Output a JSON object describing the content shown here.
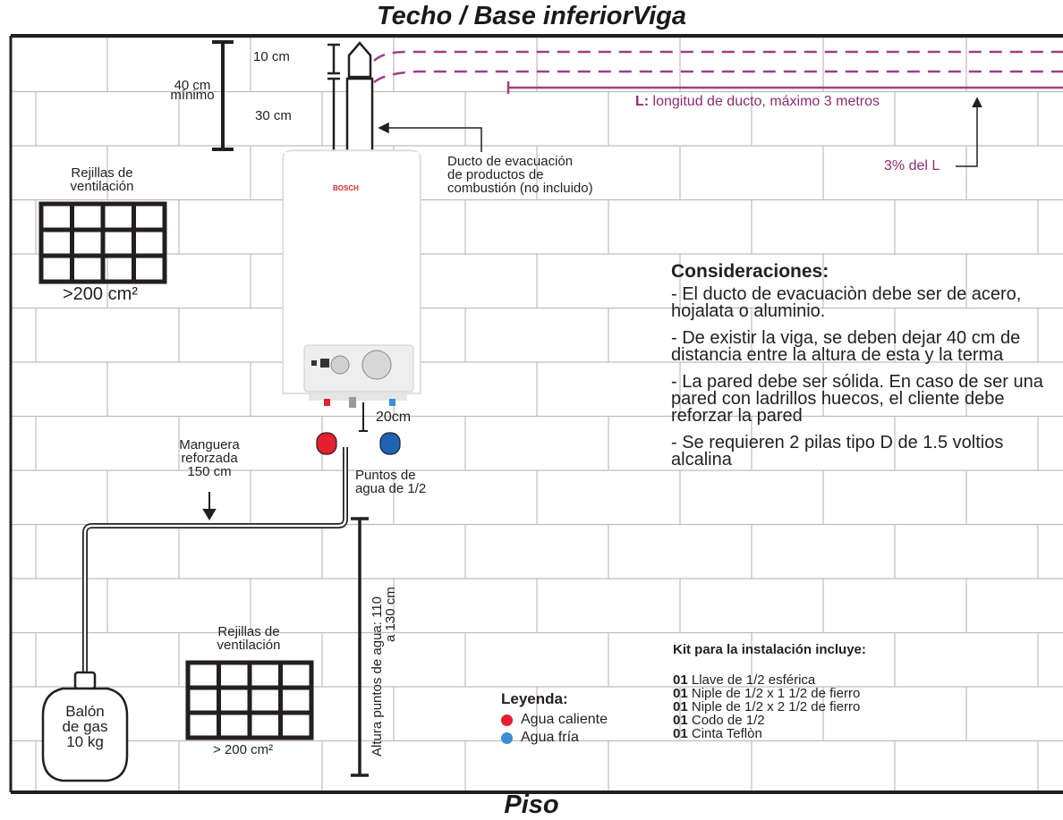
{
  "titles": {
    "top": "Techo / Base inferiorViga",
    "bottom": "Piso"
  },
  "dimensions": {
    "top_cap": "10 cm",
    "pipe": "30 cm",
    "total_line1": "40 cm",
    "total_line2": "mínimo",
    "water_gap": "20cm",
    "water_height_line1": "Altura puntos de agua: 110",
    "water_height_line2": "a 130 cm"
  },
  "duct": {
    "length_bold": "L:",
    "length_text": " longitud de ducto, máximo 3 metros",
    "slope": "3% del L",
    "label_lines": [
      "Ducto de evacuación",
      "de productos de",
      "combustión (no incluido)"
    ]
  },
  "heater": {
    "brand": "BOSCH"
  },
  "vents_top": {
    "label_lines": [
      "Rejillas de",
      "ventilación"
    ],
    "area": ">200 cm²"
  },
  "vents_bottom": {
    "label_lines": [
      "Rejillas de",
      "ventilación"
    ],
    "area": "> 200 cm²"
  },
  "hose": {
    "label_lines": [
      "Manguera",
      "reforzada",
      "150 cm"
    ]
  },
  "water_points": {
    "label_lines": [
      "Puntos de",
      "agua de 1/2"
    ]
  },
  "gas_tank": {
    "label_lines": [
      "Balón",
      "de gas",
      "10 kg"
    ]
  },
  "considerations": {
    "title": "Consideraciones:",
    "items": [
      "- El ducto de evacuaciòn debe ser de acero, hojalata o aluminio.",
      "- De existir la viga, se deben dejar 40 cm de distancia entre la altura de esta y la terma",
      "- La pared debe ser sólida. En caso de ser una pared con ladrillos huecos, el cliente debe reforzar la pared",
      "- Se requieren 2 pilas tipo D de 1.5 voltios alcalina"
    ]
  },
  "kit": {
    "title": "Kit para la instalación incluye:",
    "items": [
      {
        "qty": "01",
        "text": " Llave de 1/2 esférica"
      },
      {
        "qty": "01",
        "text": " Niple de 1/2 x 1 1/2 de fierro"
      },
      {
        "qty": "01",
        "text": " Niple de 1/2 x 2 1/2 de fierro"
      },
      {
        "qty": "01",
        "text": " Codo de 1/2"
      },
      {
        "qty": "01",
        "text": " Cinta Teflòn"
      }
    ]
  },
  "legend": {
    "title": "Leyenda:",
    "items": [
      {
        "label": "Agua caliente",
        "color": "#e4202e"
      },
      {
        "label": "Agua fría",
        "color": "#3a8fd6"
      }
    ]
  },
  "colors": {
    "brick_line": "#bdbdbd",
    "duct_purple": "#a03e83",
    "hot": "#e4202e",
    "cold": "#1f63b4",
    "ink": "#231f20"
  }
}
